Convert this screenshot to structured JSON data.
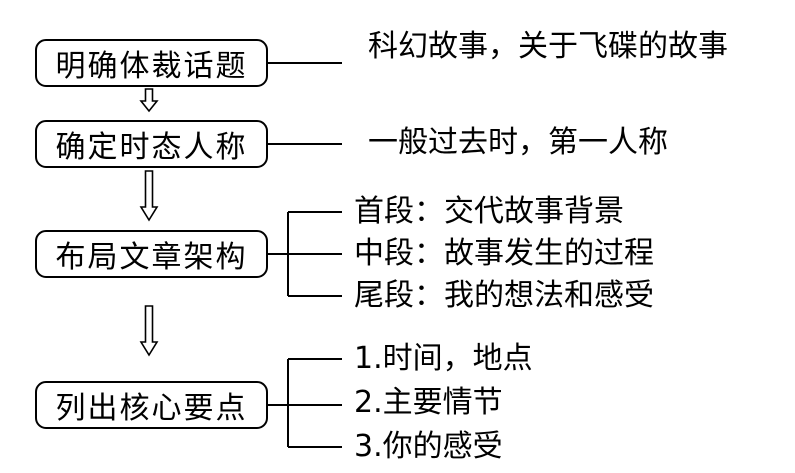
{
  "steps": [
    {
      "title": "明确体裁话题",
      "details": [
        "科幻故事，关于飞碟的故事"
      ]
    },
    {
      "title": "确定时态人称",
      "details": [
        "一般过去时，第一人称"
      ]
    },
    {
      "title": "布局文章架构",
      "details": [
        "首段：交代故事背景",
        "中段：故事发生的过程",
        "尾段：我的想法和感受"
      ]
    },
    {
      "title": "列出核心要点",
      "details": [
        "1.时间，地点",
        "2.主要情节",
        "3.你的感受"
      ]
    }
  ]
}
